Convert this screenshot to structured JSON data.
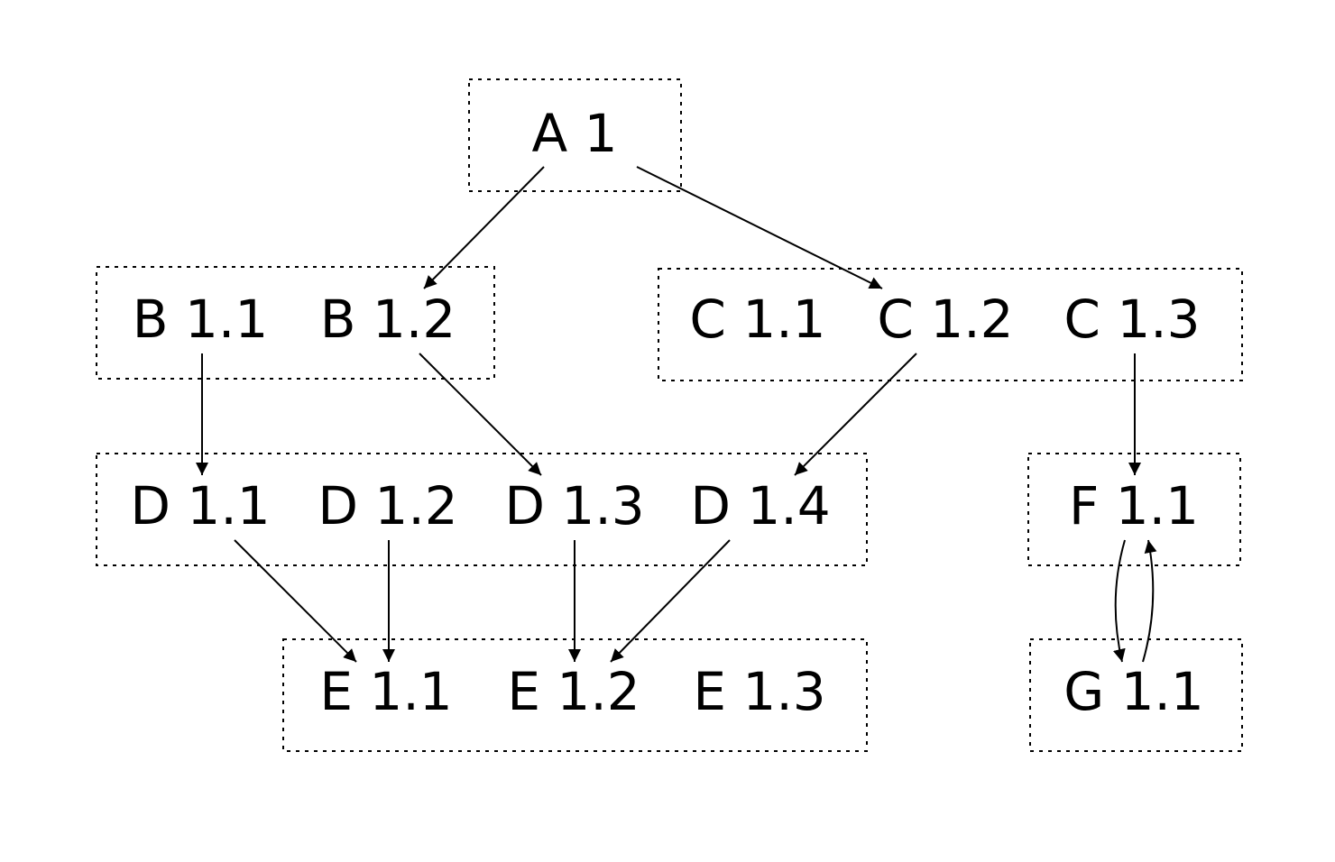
{
  "diagram": {
    "groups": [
      {
        "id": "A",
        "nodes": [
          {
            "id": "A1",
            "label": "A 1"
          }
        ]
      },
      {
        "id": "B",
        "nodes": [
          {
            "id": "B11",
            "label": "B 1.1"
          },
          {
            "id": "B12",
            "label": "B 1.2"
          }
        ]
      },
      {
        "id": "C",
        "nodes": [
          {
            "id": "C11",
            "label": "C 1.1"
          },
          {
            "id": "C12",
            "label": "C 1.2"
          },
          {
            "id": "C13",
            "label": "C 1.3"
          }
        ]
      },
      {
        "id": "D",
        "nodes": [
          {
            "id": "D11",
            "label": "D 1.1"
          },
          {
            "id": "D12",
            "label": "D 1.2"
          },
          {
            "id": "D13",
            "label": "D 1.3"
          },
          {
            "id": "D14",
            "label": "D 1.4"
          }
        ]
      },
      {
        "id": "E",
        "nodes": [
          {
            "id": "E11",
            "label": "E 1.1"
          },
          {
            "id": "E12",
            "label": "E 1.2"
          },
          {
            "id": "E13",
            "label": "E 1.3"
          }
        ]
      },
      {
        "id": "F",
        "nodes": [
          {
            "id": "F11",
            "label": "F 1.1"
          }
        ]
      },
      {
        "id": "G",
        "nodes": [
          {
            "id": "G11",
            "label": "G 1.1"
          }
        ]
      }
    ],
    "edges": [
      {
        "from": "A1",
        "to": "B12"
      },
      {
        "from": "A1",
        "to": "C12"
      },
      {
        "from": "B11",
        "to": "D11"
      },
      {
        "from": "B12",
        "to": "D13"
      },
      {
        "from": "C12",
        "to": "D14"
      },
      {
        "from": "C13",
        "to": "F11"
      },
      {
        "from": "D11",
        "to": "E11"
      },
      {
        "from": "D12",
        "to": "E11"
      },
      {
        "from": "D13",
        "to": "E12"
      },
      {
        "from": "D14",
        "to": "E12"
      },
      {
        "from": "F11",
        "to": "G11"
      },
      {
        "from": "G11",
        "to": "F11"
      }
    ]
  }
}
